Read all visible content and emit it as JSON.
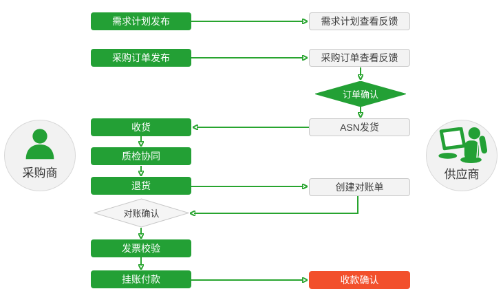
{
  "colors": {
    "node_green": "#23a035",
    "connector_green": "#28a42f",
    "receipt_red": "#f2502c",
    "gray_fill": "#f3f3f3",
    "gray_border": "#c9c9c9",
    "text_dark": "#3c3c3c",
    "text_white": "#ffffff"
  },
  "actors": {
    "buyer": {
      "label": "采购商",
      "icon": "person-icon"
    },
    "supplier": {
      "label": "供应商",
      "icon": "person-laptop-icon"
    }
  },
  "nodes": {
    "demand_plan_publish": {
      "label": "需求计划发布",
      "style": "green-box"
    },
    "demand_plan_feedback": {
      "label": "需求计划查看反馈",
      "style": "gray-box"
    },
    "po_publish": {
      "label": "采购订单发布",
      "style": "green-box"
    },
    "po_feedback": {
      "label": "采购订单查看反馈",
      "style": "gray-box"
    },
    "order_confirm": {
      "label": "订单确认",
      "style": "green-diamond"
    },
    "asn_ship": {
      "label": "ASN发货",
      "style": "gray-box"
    },
    "receive": {
      "label": "收货",
      "style": "green-box"
    },
    "quality_check": {
      "label": "质检协同",
      "style": "green-box"
    },
    "return_goods": {
      "label": "退货",
      "style": "green-box"
    },
    "create_statement": {
      "label": "创建对账单",
      "style": "gray-box"
    },
    "statement_confirm": {
      "label": "对账确认",
      "style": "gray-diamond"
    },
    "invoice_verify": {
      "label": "发票校验",
      "style": "green-box"
    },
    "pay_on_account": {
      "label": "挂账付款",
      "style": "green-box"
    },
    "receipt_confirm": {
      "label": "收款确认",
      "style": "red-box"
    }
  },
  "edges": [
    {
      "from": "demand_plan_publish",
      "to": "demand_plan_feedback"
    },
    {
      "from": "po_publish",
      "to": "po_feedback"
    },
    {
      "from": "po_feedback",
      "to": "order_confirm"
    },
    {
      "from": "order_confirm",
      "to": "asn_ship"
    },
    {
      "from": "asn_ship",
      "to": "receive"
    },
    {
      "from": "receive",
      "to": "quality_check"
    },
    {
      "from": "quality_check",
      "to": "return_goods"
    },
    {
      "from": "return_goods",
      "to": "create_statement"
    },
    {
      "from": "create_statement",
      "to": "statement_confirm"
    },
    {
      "from": "statement_confirm",
      "to": "invoice_verify"
    },
    {
      "from": "invoice_verify",
      "to": "pay_on_account"
    },
    {
      "from": "pay_on_account",
      "to": "receipt_confirm"
    }
  ]
}
